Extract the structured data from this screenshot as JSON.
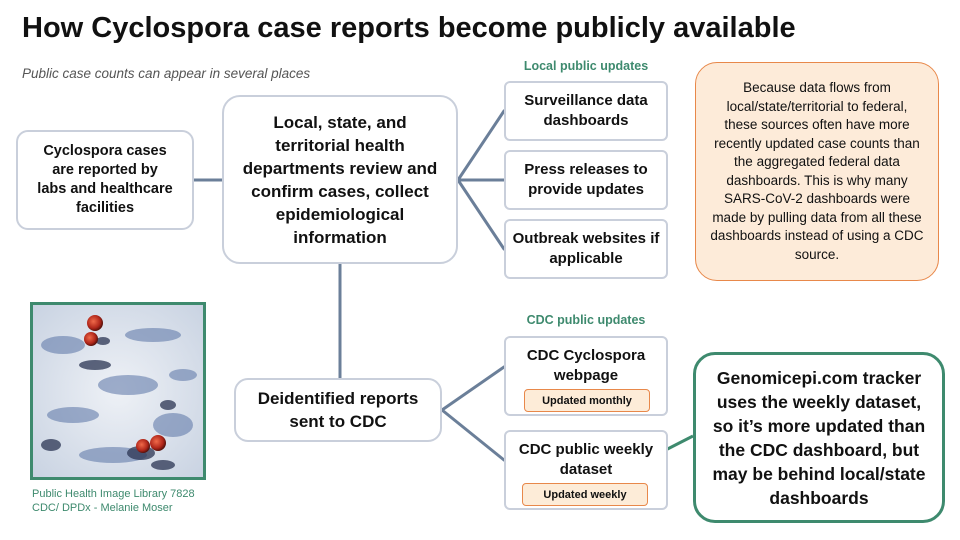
{
  "title": "How Cyclospora case reports become publicly available",
  "subtitle": "Public case counts can appear in several places",
  "nodes": {
    "reported": "Cyclospora cases are reported by labs and healthcare facilities",
    "health_departments": "Local, state, and territorial health departments review and confirm cases, collect epidemiological information",
    "deidentified": "Deidentified reports sent to CDC"
  },
  "local": {
    "label": "Local public updates",
    "items": [
      "Surveillance data dashboards",
      "Press releases to provide updates",
      "Outbreak websites if applicable"
    ]
  },
  "cdc": {
    "label": "CDC public updates",
    "webpage": "CDC Cyclospora webpage",
    "webpage_badge": "Updated monthly",
    "dataset": "CDC public weekly dataset",
    "dataset_badge": "Updated weekly"
  },
  "notes": {
    "orange": "Because data flows from local/state/territorial to federal, these sources often have more recently updated case counts than the aggregated federal data dashboards. This is why many SARS-CoV-2 dashboards were made by pulling data from all these dashboards instead of using a CDC source.",
    "green": "Genomicepi.com tracker uses the weekly dataset, so it’s more updated than the CDC dashboard, but may be behind local/state dashboards"
  },
  "image": {
    "credit_line1": "Public Health Image Library 7828",
    "credit_line2": "CDC/ DPDx - Melanie Moser"
  },
  "colors": {
    "connector": "#6b7f99",
    "green_accent": "#3e8a6e",
    "orange_accent": "#e8884a"
  }
}
